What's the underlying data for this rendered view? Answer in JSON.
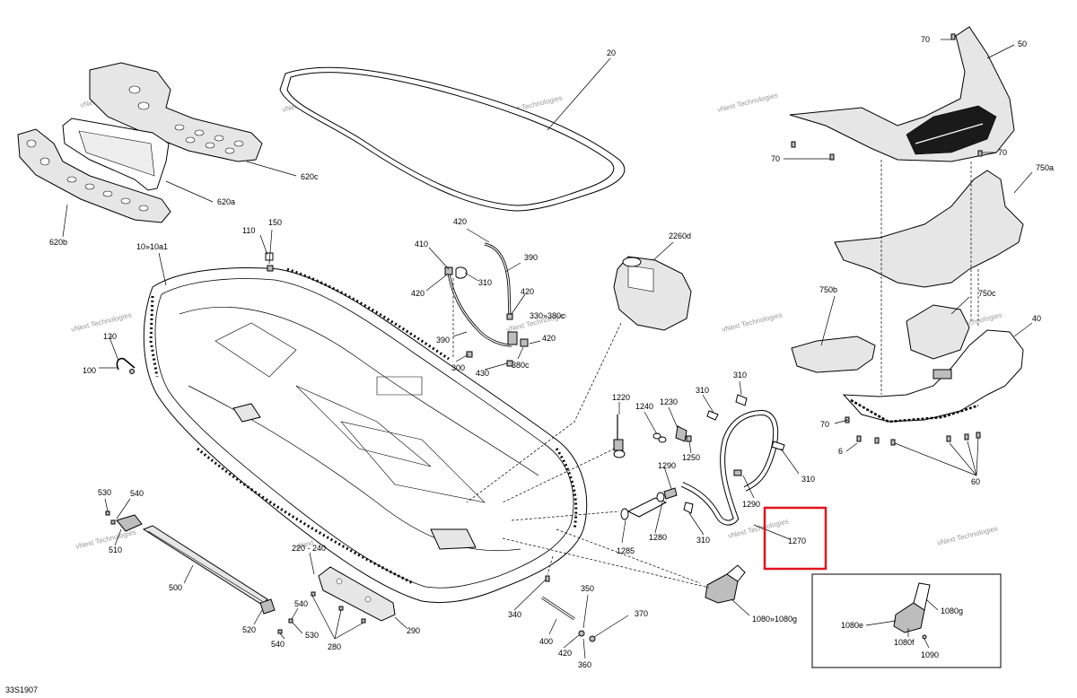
{
  "diagram_code": "33S1907",
  "highlight_color": "#e0141e",
  "watermark_text": "vNext Technologies",
  "labels": {
    "l20": "20",
    "l50": "50",
    "l70a": "70",
    "l70b": "70",
    "l70c": "70",
    "l70d": "70",
    "l750a": "750a",
    "l750b": "750b",
    "l750c": "750c",
    "l40": "40",
    "l6": "6",
    "l60": "60",
    "l620c": "620c",
    "l620a": "620a",
    "l620b": "620b",
    "l10": "10»10a1",
    "l110": "110",
    "l150": "150",
    "l130": "130",
    "l100": "100",
    "l420a": "420",
    "l410": "410",
    "l420b": "420",
    "l310a": "310",
    "l390a": "390",
    "l420c": "420",
    "l390b": "390",
    "l330": "330»380c",
    "l420d": "420",
    "l300": "300",
    "l430": "430",
    "l380c": "380c",
    "l2260": "2260d",
    "l1220": "1220",
    "l1240": "1240",
    "l1230": "1230",
    "l310b": "310",
    "l310c": "310",
    "l1250": "1250",
    "l1290a": "1290",
    "l1290b": "1290",
    "l310d": "310",
    "l310e": "310",
    "l1285": "1285",
    "l1280": "1280",
    "l1270": "1270",
    "l530a": "530",
    "l540a": "540",
    "l510": "510",
    "l500": "500",
    "l520": "520",
    "l540b": "540",
    "l540c": "540",
    "l530b": "530",
    "l220": "220 - 240",
    "l280": "280",
    "l290": "290",
    "l340": "340",
    "l350": "350",
    "l370": "370",
    "l400": "400",
    "l420e": "420",
    "l360": "360",
    "l1080": "1080»1080g",
    "l1080e": "1080e",
    "l1080g": "1080g",
    "l1080f": "1080f",
    "l1090": "1090"
  }
}
